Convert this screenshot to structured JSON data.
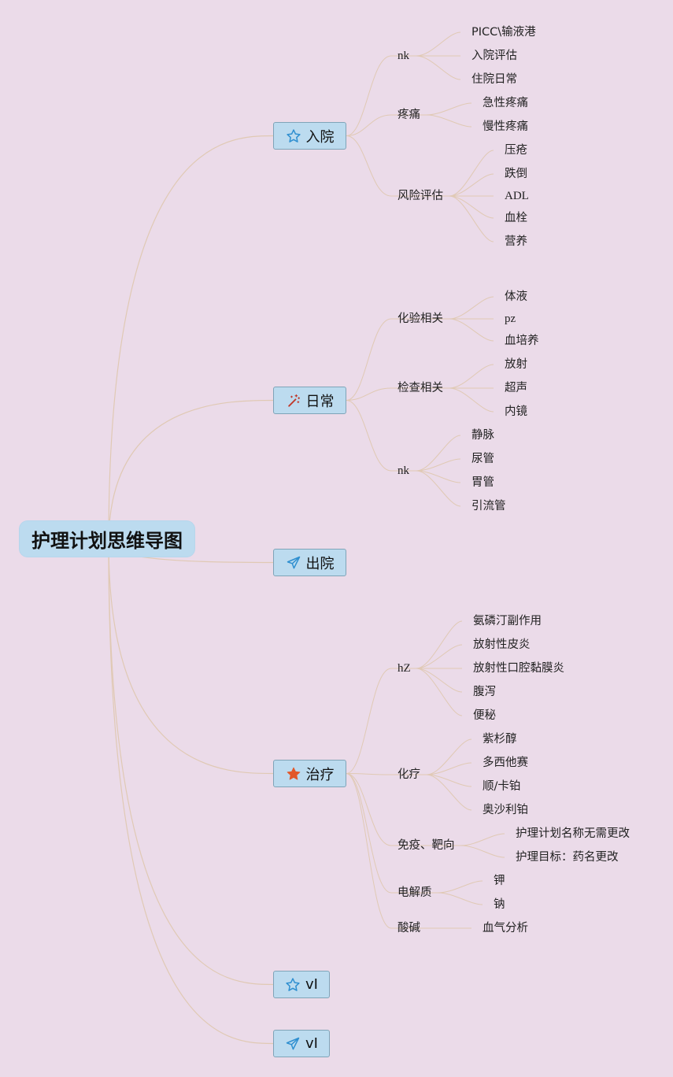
{
  "root": {
    "label": "护理计划思维导图"
  },
  "colors": {
    "link": "#e0c9b4",
    "node_fill": "#bcdbef",
    "node_border": "#7fa4b8",
    "background": "#ebdbe9",
    "star_outline": "#2f8fd0",
    "star_filled": "#e2582b",
    "plane": "#2f8fd0",
    "wand": "#c0392b"
  },
  "branches": [
    {
      "label": "入院",
      "icon": "star-outline-icon",
      "children": [
        {
          "label": "nk",
          "children": [
            "PICC\\输液港",
            "入院评估",
            "住院日常"
          ]
        },
        {
          "label": "疼痛",
          "children": [
            "急性疼痛",
            "慢性疼痛"
          ]
        },
        {
          "label": "风险评估",
          "children": [
            "压疮",
            "跌倒",
            "ADL",
            "血栓",
            "营养"
          ]
        }
      ]
    },
    {
      "label": "日常",
      "icon": "magic-wand-icon",
      "children": [
        {
          "label": "化验相关",
          "children": [
            "体液",
            "pz",
            "血培养"
          ]
        },
        {
          "label": "检查相关",
          "children": [
            "放射",
            "超声",
            "内镜"
          ]
        },
        {
          "label": "nk",
          "children": [
            "静脉",
            "尿管",
            "胃管",
            "引流管"
          ]
        }
      ]
    },
    {
      "label": "出院",
      "icon": "paper-plane-icon",
      "children": []
    },
    {
      "label": "治疗",
      "icon": "star-filled-icon",
      "children": [
        {
          "label": "hZ",
          "children": [
            "氨磷汀副作用",
            "放射性皮炎",
            "放射性口腔黏膜炎",
            "腹泻",
            "便秘"
          ]
        },
        {
          "label": "化疗",
          "children": [
            "紫杉醇",
            "多西他赛",
            "顺/卡铂",
            "奥沙利铂"
          ]
        },
        {
          "label": "免疫、靶向",
          "children": [
            "护理计划名称无需更改",
            "护理目标：药名更改"
          ]
        },
        {
          "label": "电解质",
          "children": [
            "钾",
            "钠"
          ]
        },
        {
          "label": "酸碱",
          "children": [
            "血气分析"
          ]
        }
      ]
    },
    {
      "label": "vI",
      "icon": "star-outline-icon",
      "children": []
    },
    {
      "label": "vI",
      "icon": "paper-plane-icon",
      "children": []
    }
  ]
}
